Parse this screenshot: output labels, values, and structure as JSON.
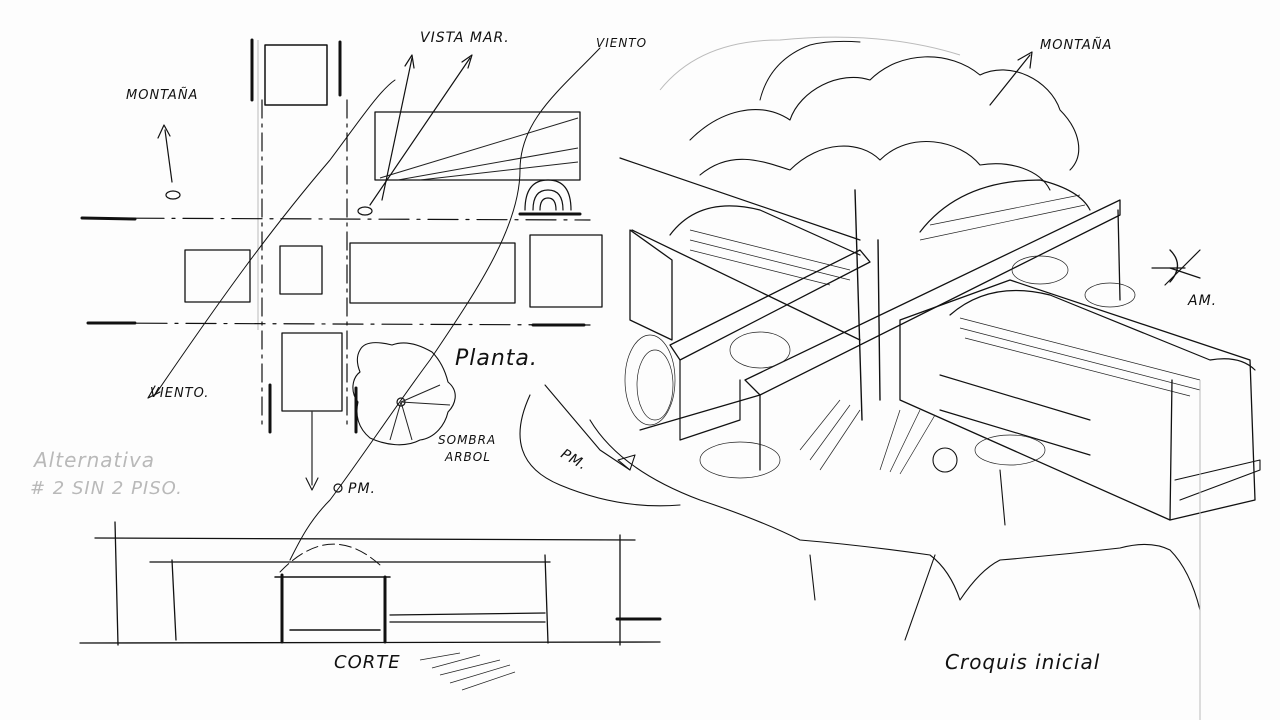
{
  "sheet": {
    "background": "#fdfdfd",
    "ink_color": "#111111",
    "pencil_color": "#bbbbbb"
  },
  "labels": {
    "montana_plan": "MONTAÑA",
    "vista_mar": "VISTA MAR.",
    "viento_top": "VIENTO",
    "viento_left": "VIENTO.",
    "planta": "Planta.",
    "sombra_arbol_1": "SOMBRA",
    "sombra_arbol_2": "ARBOL",
    "pm_plan": "PM.",
    "pm_sketch": "PM.",
    "alternativa_1": "Alternativa",
    "alternativa_2": "# 2  SIN 2 PISO.",
    "corte": "CORTE",
    "croquis_inicial": "Croquis inicial",
    "montana_sketch": "MONTAÑA",
    "am": "AM."
  },
  "drawings": {
    "plan": "Planta",
    "section": "Corte",
    "perspective": "Croquis inicial"
  }
}
